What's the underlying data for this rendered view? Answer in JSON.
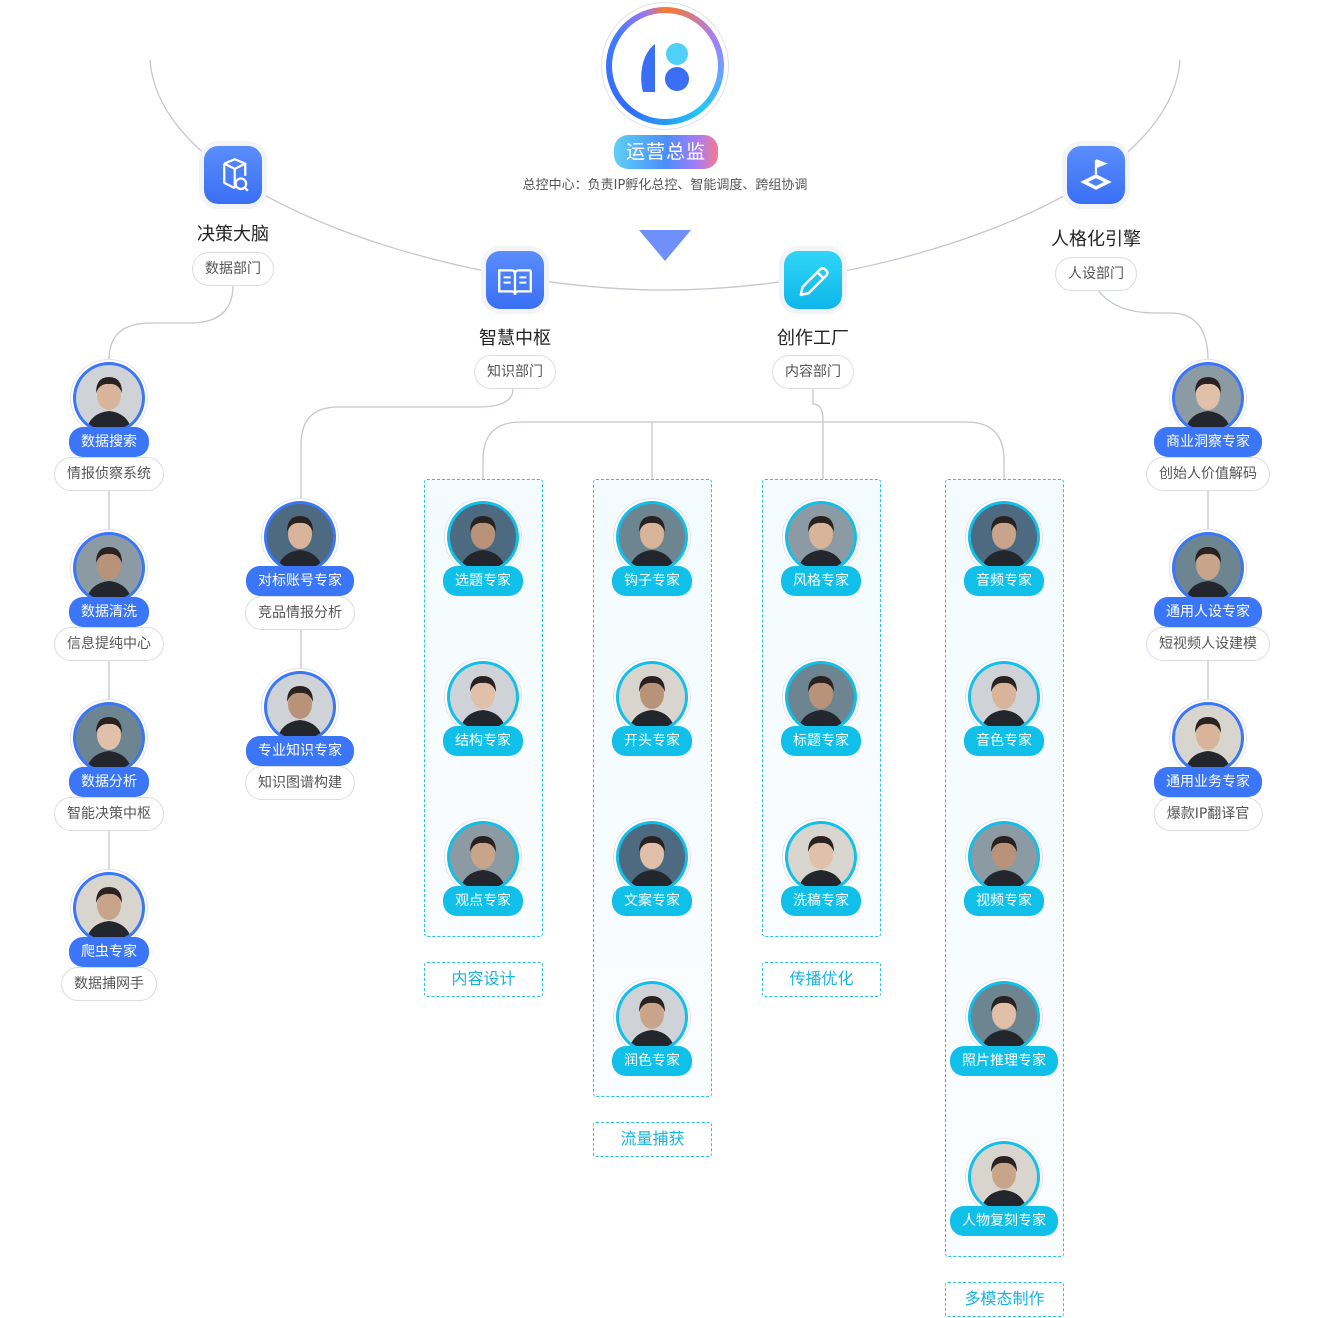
{
  "colors": {
    "blue": "#3a76f7",
    "cyan": "#11c0e8"
  },
  "center": {
    "title": "运营总监",
    "desc": "总控中心：负责IP孵化总控、智能调度、跨组协调",
    "icon": "brand-logo-icon"
  },
  "departments": [
    {
      "title": "决策大脑",
      "dept": "数据部门",
      "icon": "cube-search-icon"
    },
    {
      "title": "智慧中枢",
      "dept": "知识部门",
      "icon": "book-icon"
    },
    {
      "title": "创作工厂",
      "dept": "内容部门",
      "icon": "pencil-icon"
    },
    {
      "title": "人格化引擎",
      "dept": "人设部门",
      "icon": "flag-game-icon"
    }
  ],
  "decision_members": [
    {
      "role": "数据搜索",
      "desc": "情报侦察系统"
    },
    {
      "role": "数据清洗",
      "desc": "信息提纯中心"
    },
    {
      "role": "数据分析",
      "desc": "智能决策中枢"
    },
    {
      "role": "爬虫专家",
      "desc": "数据捕网手"
    }
  ],
  "knowledge_members": [
    {
      "role": "对标账号专家",
      "desc": "竞品情报分析"
    },
    {
      "role": "专业知识专家",
      "desc": "知识图谱构建"
    }
  ],
  "content_groups": [
    {
      "label": "内容设计",
      "members": [
        "选题专家",
        "结构专家",
        "观点专家"
      ]
    },
    {
      "label": "流量捕获",
      "members": [
        "钩子专家",
        "开头专家",
        "文案专家",
        "润色专家"
      ]
    },
    {
      "label": "传播优化",
      "members": [
        "风格专家",
        "标题专家",
        "洗稿专家"
      ]
    },
    {
      "label": "多模态制作",
      "members": [
        "音频专家",
        "音色专家",
        "视频专家",
        "照片推理专家",
        "人物复刻专家"
      ]
    }
  ],
  "persona_members": [
    {
      "role": "商业洞察专家",
      "desc": "创始人价值解码"
    },
    {
      "role": "通用人设专家",
      "desc": "短视频人设建模"
    },
    {
      "role": "通用业务专家",
      "desc": "爆款IP翻译官"
    }
  ]
}
